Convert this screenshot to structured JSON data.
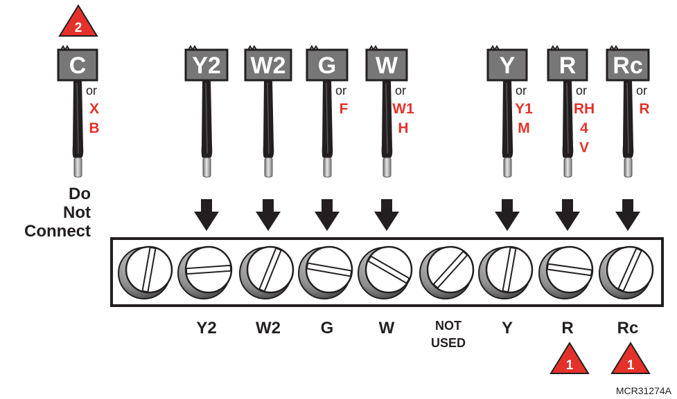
{
  "wires": [
    {
      "tag": "C",
      "or": "or",
      "alts": [
        "X",
        "B"
      ]
    },
    {
      "tag": "Y2",
      "or": "",
      "alts": []
    },
    {
      "tag": "W2",
      "or": "",
      "alts": []
    },
    {
      "tag": "G",
      "or": "or",
      "alts": [
        "F"
      ]
    },
    {
      "tag": "W",
      "or": "or",
      "alts": [
        "W1",
        "H"
      ]
    },
    {
      "tag": "Y",
      "or": "or",
      "alts": [
        "Y1",
        "M"
      ]
    },
    {
      "tag": "R",
      "or": "or",
      "alts": [
        "RH",
        "4",
        "V"
      ]
    },
    {
      "tag": "Rc",
      "or": "or",
      "alts": [
        "R"
      ]
    }
  ],
  "do_not_connect": [
    "Do",
    "Not",
    "Connect"
  ],
  "terminals": [
    "Y2",
    "W2",
    "G",
    "W",
    "NOT USED",
    "Y",
    "R",
    "Rc"
  ],
  "badges": {
    "c_wire": "2",
    "r_terminal": "1",
    "rc_terminal": "1"
  },
  "figure_id": "MCR31274A",
  "colors": {
    "tag": "#777777",
    "warning": "#e4322b",
    "wire": "#231f20",
    "alt_text": "#e4322b"
  }
}
